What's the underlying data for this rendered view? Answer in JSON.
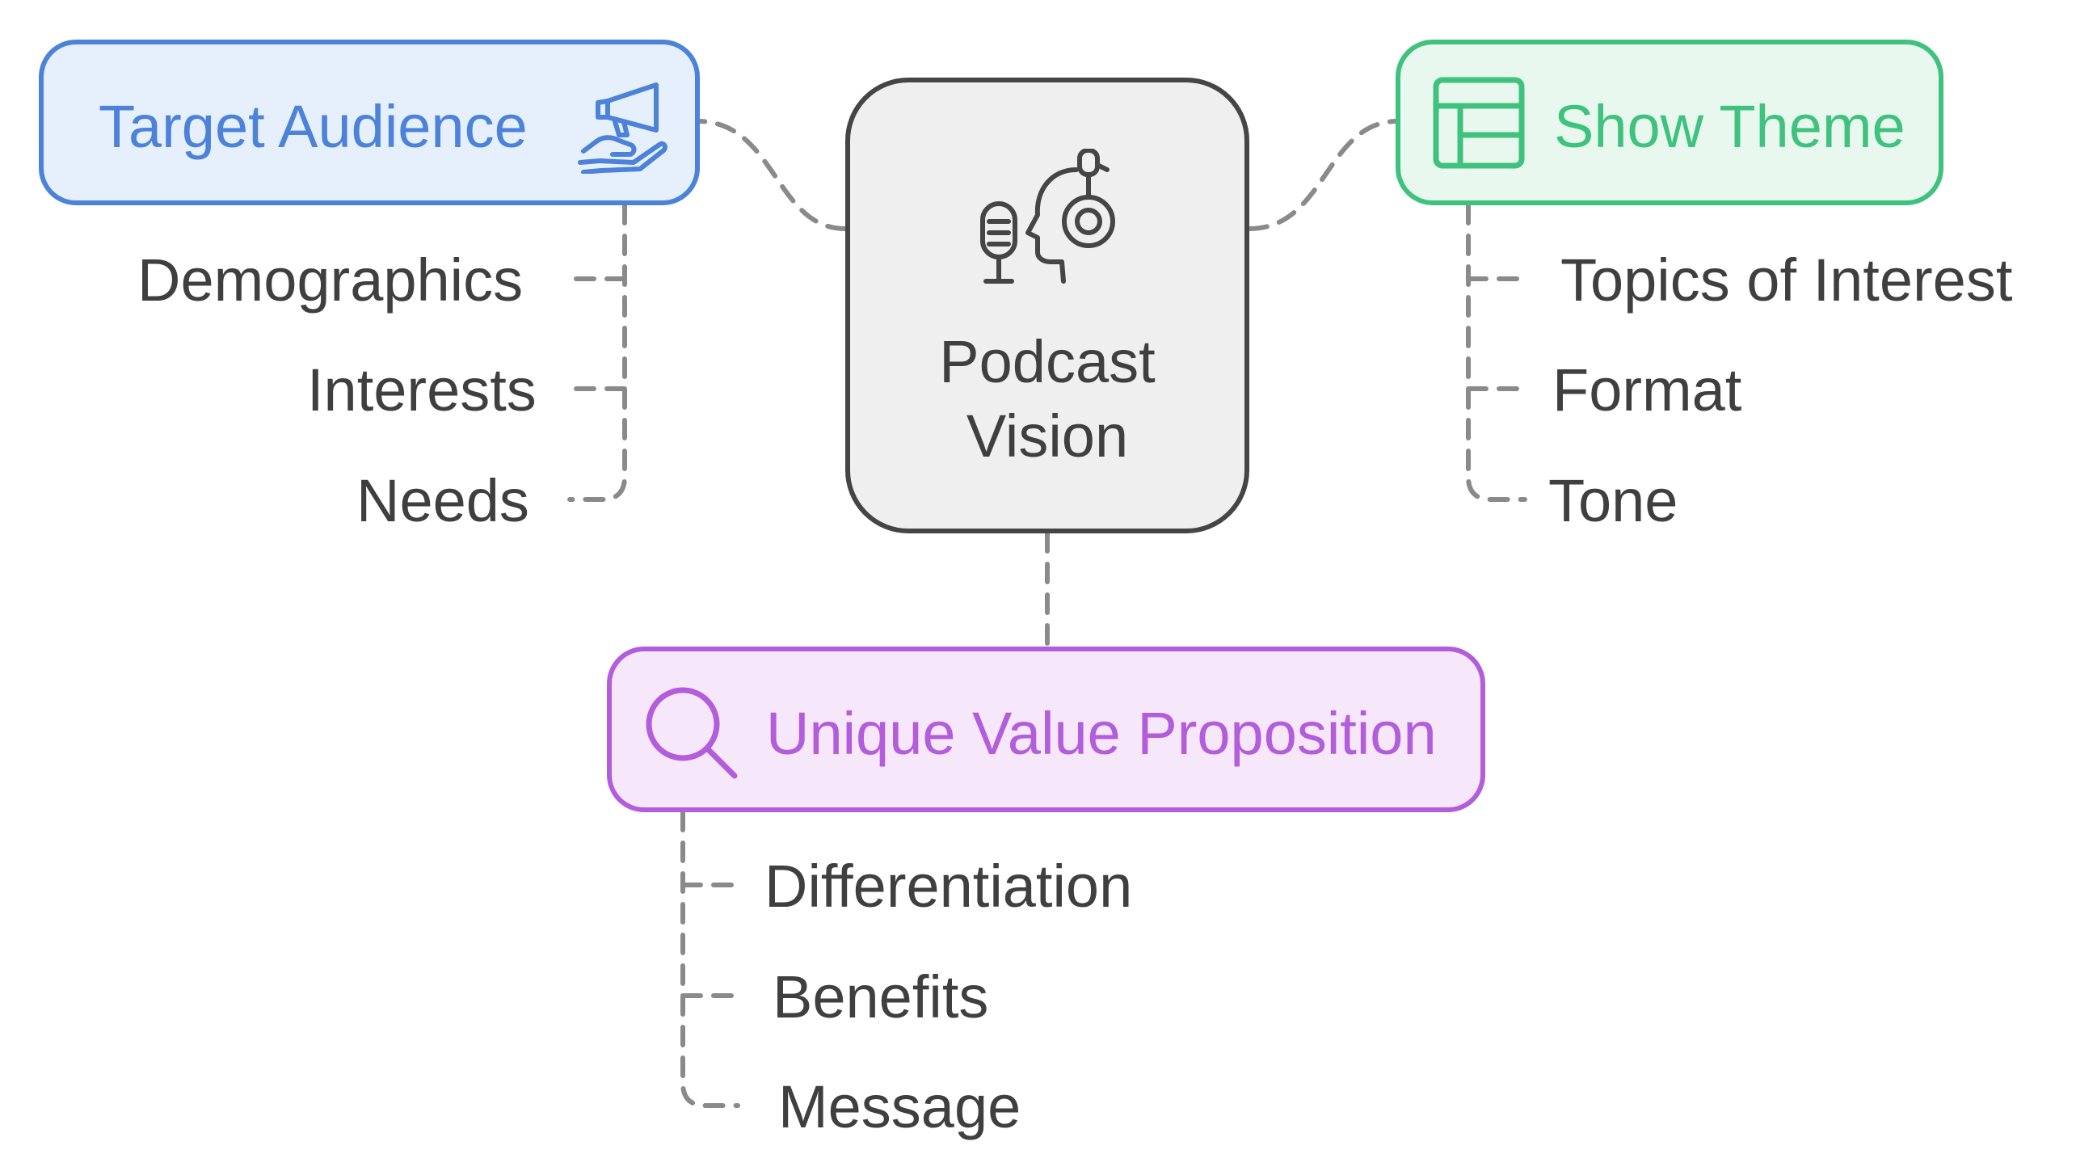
{
  "center": {
    "line1": "Podcast",
    "line2": "Vision",
    "icon": "podcast-microphone-head-icon"
  },
  "branches": {
    "target_audience": {
      "title": "Target Audience",
      "icon": "megaphone-hand-icon",
      "color": "#4c82d9",
      "fill": "#e6f0fd",
      "items": [
        "Demographics",
        "Interests",
        "Needs"
      ]
    },
    "show_theme": {
      "title": "Show Theme",
      "icon": "layout-grid-icon",
      "color": "#3fc27e",
      "fill": "#e8f8ef",
      "items": [
        "Topics of Interest",
        "Format",
        "Tone"
      ]
    },
    "unique_value_proposition": {
      "title": "Unique Value Proposition",
      "icon": "magnifier-icon",
      "color": "#b25ddb",
      "fill": "#f7e7fb",
      "items": [
        "Differentiation",
        "Benefits",
        "Message"
      ]
    }
  },
  "colors": {
    "text": "#3f3f3f",
    "connector": "#8a8a8a",
    "center_border": "#454545",
    "center_fill": "#efefef"
  }
}
